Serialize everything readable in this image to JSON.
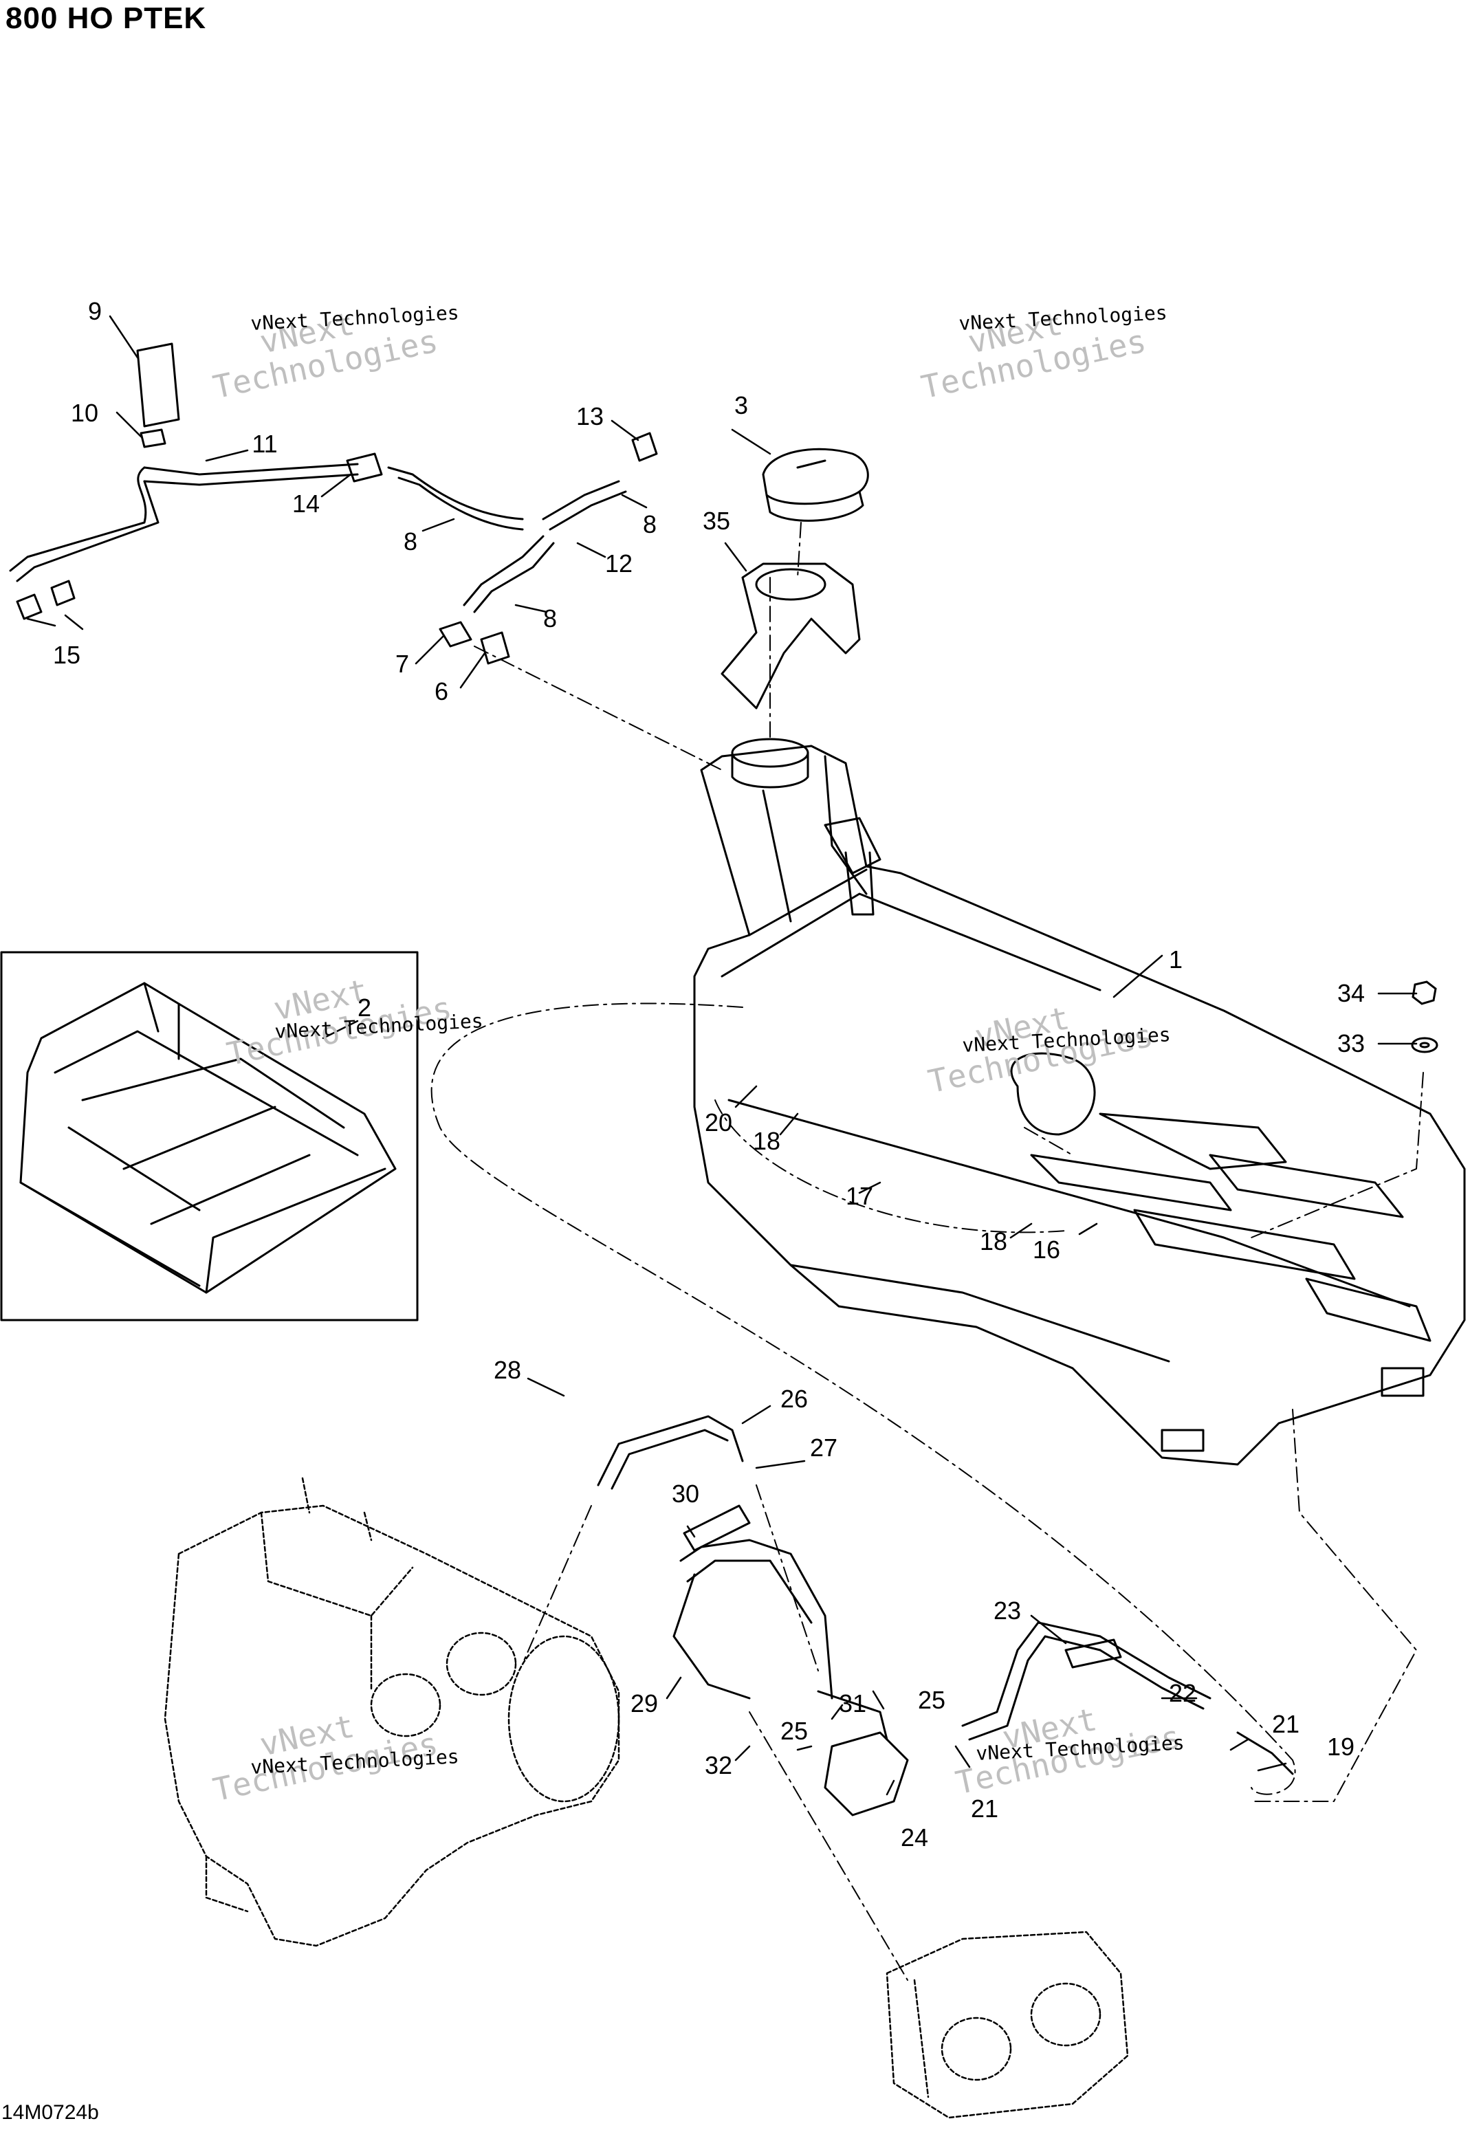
{
  "header": {
    "title": "800 HO PTEK"
  },
  "footer": {
    "figure_code": "14M0724b"
  },
  "watermark": {
    "line1": "vNext",
    "line2": "Technologies",
    "full": "vNext Technologies"
  },
  "callouts": [
    "1",
    "2",
    "3",
    "6",
    "7",
    "8",
    "8",
    "8",
    "9",
    "10",
    "11",
    "12",
    "13",
    "14",
    "15",
    "16",
    "17",
    "18",
    "18",
    "19",
    "20",
    "21",
    "21",
    "22",
    "23",
    "24",
    "25",
    "25",
    "26",
    "27",
    "28",
    "29",
    "30",
    "31",
    "32",
    "33",
    "34",
    "35"
  ],
  "colors": {
    "line": "#000000",
    "watermark": "#bfbfbf",
    "background": "#ffffff"
  }
}
